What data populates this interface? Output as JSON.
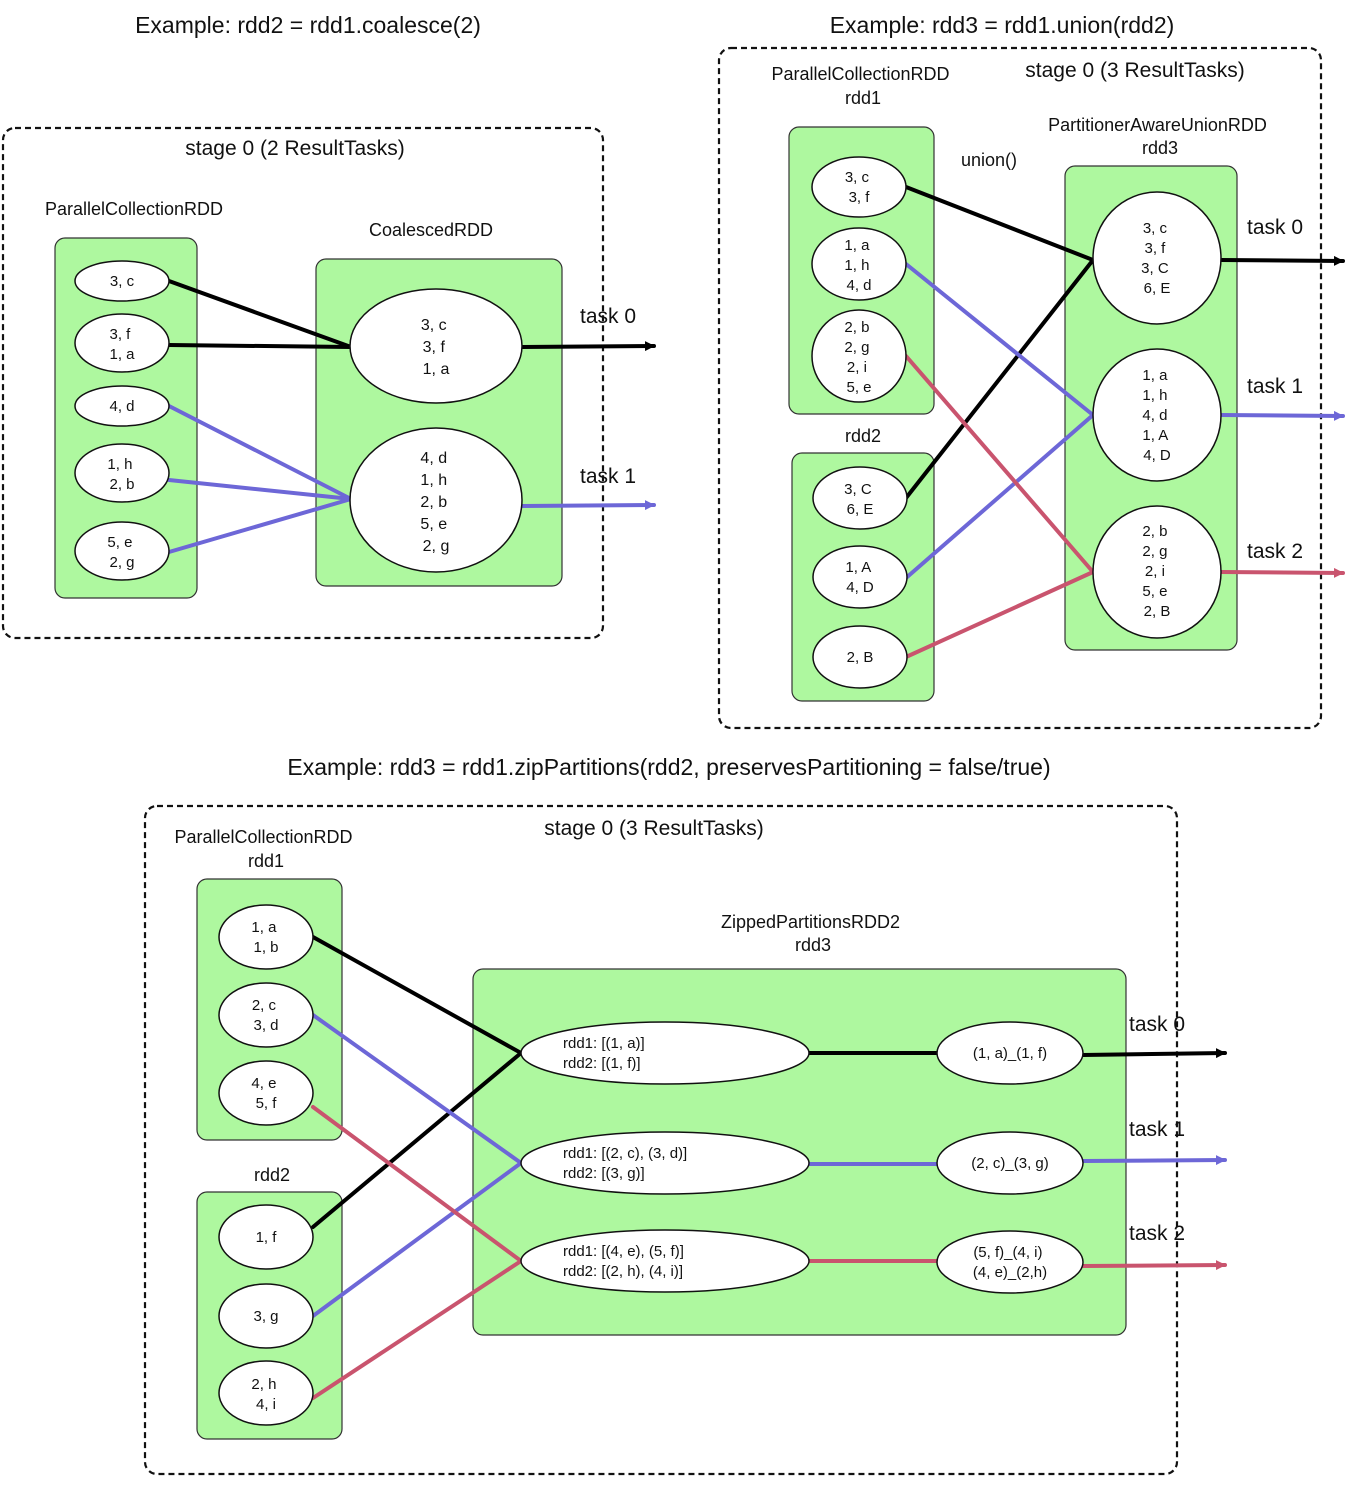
{
  "colors": {
    "black": "#000000",
    "blue": "#6d67d7",
    "red": "#c9546e",
    "rdd_fill": "#aef89f"
  },
  "coalesce": {
    "title": "Example: rdd2 = rdd1.coalesce(2)",
    "stage": "stage 0 (2 ResultTasks)",
    "rdd1_label": "ParallelCollectionRDD",
    "rdd2_label": "CoalescedRDD",
    "rdd1_partitions": [
      [
        "3, c"
      ],
      [
        "3, f",
        "1, a"
      ],
      [
        "4, d"
      ],
      [
        "1, h",
        "2, b"
      ],
      [
        "5, e",
        "2, g"
      ]
    ],
    "rdd2_partitions": [
      [
        "3, c",
        "3, f",
        "1, a"
      ],
      [
        "4, d",
        "1, h",
        "2, b",
        "5, e",
        "2, g"
      ]
    ],
    "tasks": [
      "task 0",
      "task 1"
    ]
  },
  "union": {
    "title": "Example: rdd3 = rdd1.union(rdd2)",
    "stage": "stage 0 (3 ResultTasks)",
    "rdd1_label": [
      "ParallelCollectionRDD",
      "rdd1"
    ],
    "rdd2_label": "rdd2",
    "rdd3_label": [
      "PartitionerAwareUnionRDD",
      "rdd3"
    ],
    "op_label": "union()",
    "rdd1_partitions": [
      [
        "3, c",
        "3, f"
      ],
      [
        "1, a",
        "1, h",
        "4, d"
      ],
      [
        "2, b",
        "2, g",
        "2, i",
        "5, e"
      ]
    ],
    "rdd2_partitions": [
      [
        "3, C",
        "6, E"
      ],
      [
        "1, A",
        "4, D"
      ],
      [
        "2, B"
      ]
    ],
    "rdd3_partitions": [
      [
        "3, c",
        "3, f",
        "3, C",
        "6, E"
      ],
      [
        "1, a",
        "1, h",
        "4, d",
        "1, A",
        "4, D"
      ],
      [
        "2, b",
        "2, g",
        "2, i",
        "5, e",
        "2, B"
      ]
    ],
    "tasks": [
      "task 0",
      "task 1",
      "task 2"
    ]
  },
  "zip": {
    "title": "Example: rdd3 = rdd1.zipPartitions(rdd2, preservesPartitioning = false/true)",
    "stage": "stage 0 (3 ResultTasks)",
    "rdd1_label": [
      "ParallelCollectionRDD",
      "rdd1"
    ],
    "rdd2_label": "rdd2",
    "rdd3_label": [
      "ZippedPartitionsRDD2",
      "rdd3"
    ],
    "rdd1_partitions": [
      [
        "1, a",
        "1, b"
      ],
      [
        "2, c",
        "3, d"
      ],
      [
        "4, e",
        "5, f"
      ]
    ],
    "rdd2_partitions": [
      [
        "1, f"
      ],
      [
        "3, g"
      ],
      [
        "2, h",
        "4, i"
      ]
    ],
    "zipped": [
      [
        "rdd1: [(1, a)]",
        "rdd2: [(1, f)]"
      ],
      [
        "rdd1: [(2, c), (3, d)]",
        "rdd2: [(3, g)]"
      ],
      [
        "rdd1: [(4, e), (5, f)]",
        "rdd2: [(2, h), (4, i)]"
      ]
    ],
    "results": [
      [
        "(1, a)_(1, f)"
      ],
      [
        "(2, c)_(3, g)"
      ],
      [
        "(5, f)_(4, i)",
        "(4, e)_(2,h)"
      ]
    ],
    "tasks": [
      "task 0",
      "task 1",
      "task 2"
    ]
  }
}
